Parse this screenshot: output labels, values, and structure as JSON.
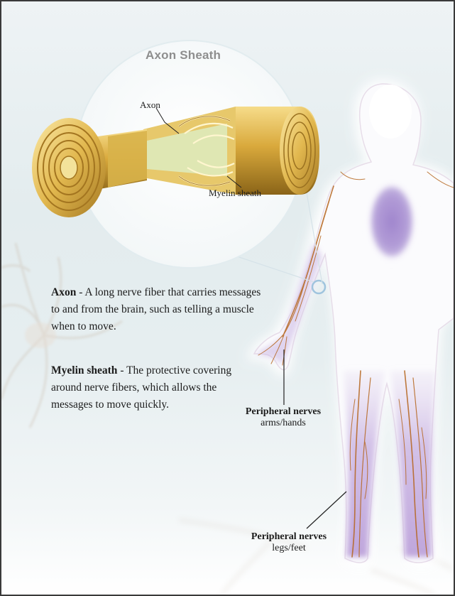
{
  "inset": {
    "title": "Axon Sheath",
    "axon_label": "Axon",
    "myelin_label": "Myelin sheath"
  },
  "definitions": [
    {
      "term": "Axon",
      "text": " - A long nerve fiber that carries messages to and from the brain, such as telling a muscle when to move."
    },
    {
      "term": "Myelin sheath",
      "text": " - The protective covering around nerve fibers, which allows the messages to move quickly."
    }
  ],
  "body_labels": {
    "arms": {
      "title": "Peripheral nerves",
      "sub": "arms/hands"
    },
    "legs": {
      "title": "Peripheral nerves",
      "sub": "legs/feet"
    }
  },
  "colors": {
    "nerve": "#b5651d",
    "glow": "#a58ad0",
    "gold": "#d8b24a",
    "title_gray": "#8e8e8e"
  }
}
